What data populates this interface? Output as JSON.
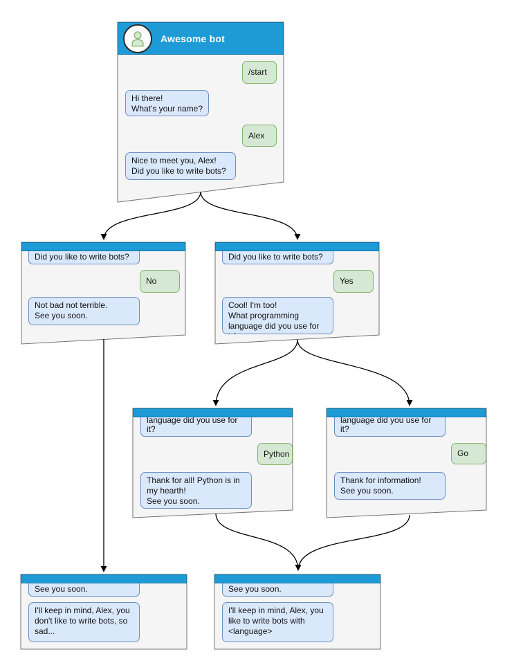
{
  "colors": {
    "header_blue": "#1e9bd7",
    "header_border": "#1176a7",
    "node_fill": "#f5f5f5",
    "node_border": "#737373",
    "bot_bubble_fill": "#dae8fc",
    "bot_bubble_border": "#6c8ebf",
    "user_bubble_fill": "#d5e8d4",
    "user_bubble_border": "#82b366",
    "arrow": "#000000"
  },
  "root": {
    "title": "Awesome bot",
    "avatar_icon": "person-icon",
    "messages": {
      "start": "/start",
      "greeting": "Hi there!\nWhat's your name?",
      "name_reply": "Alex",
      "question": "Nice to meet you, Alex!\nDid you like to write bots?"
    }
  },
  "no_branch": {
    "context": "Did you like to write bots?",
    "answer": "No",
    "reply": "Not bad not terrible.\nSee you soon."
  },
  "yes_branch": {
    "context": "Did you like to write bots?",
    "answer": "Yes",
    "reply": "Cool! I'm too!\nWhat programming\nlanguage did you use for it?"
  },
  "python_branch": {
    "context": "What programming\nlanguage did you use for it?",
    "answer": "Python",
    "reply": "Thank for all! Python is in\nmy hearth!\nSee you soon."
  },
  "go_branch": {
    "context": "What programming\nlanguage did you use for it?",
    "answer": "Go",
    "reply": "Thank for information!\nSee you soon."
  },
  "end_no": {
    "context": "See you soon.",
    "reply": "I'll keep in mind, Alex, you\ndon't like to write bots, so\nsad..."
  },
  "end_yes": {
    "context": "See you soon.",
    "reply": "I'll keep in mind, Alex, you\nlike to write bots with\n<language>"
  }
}
